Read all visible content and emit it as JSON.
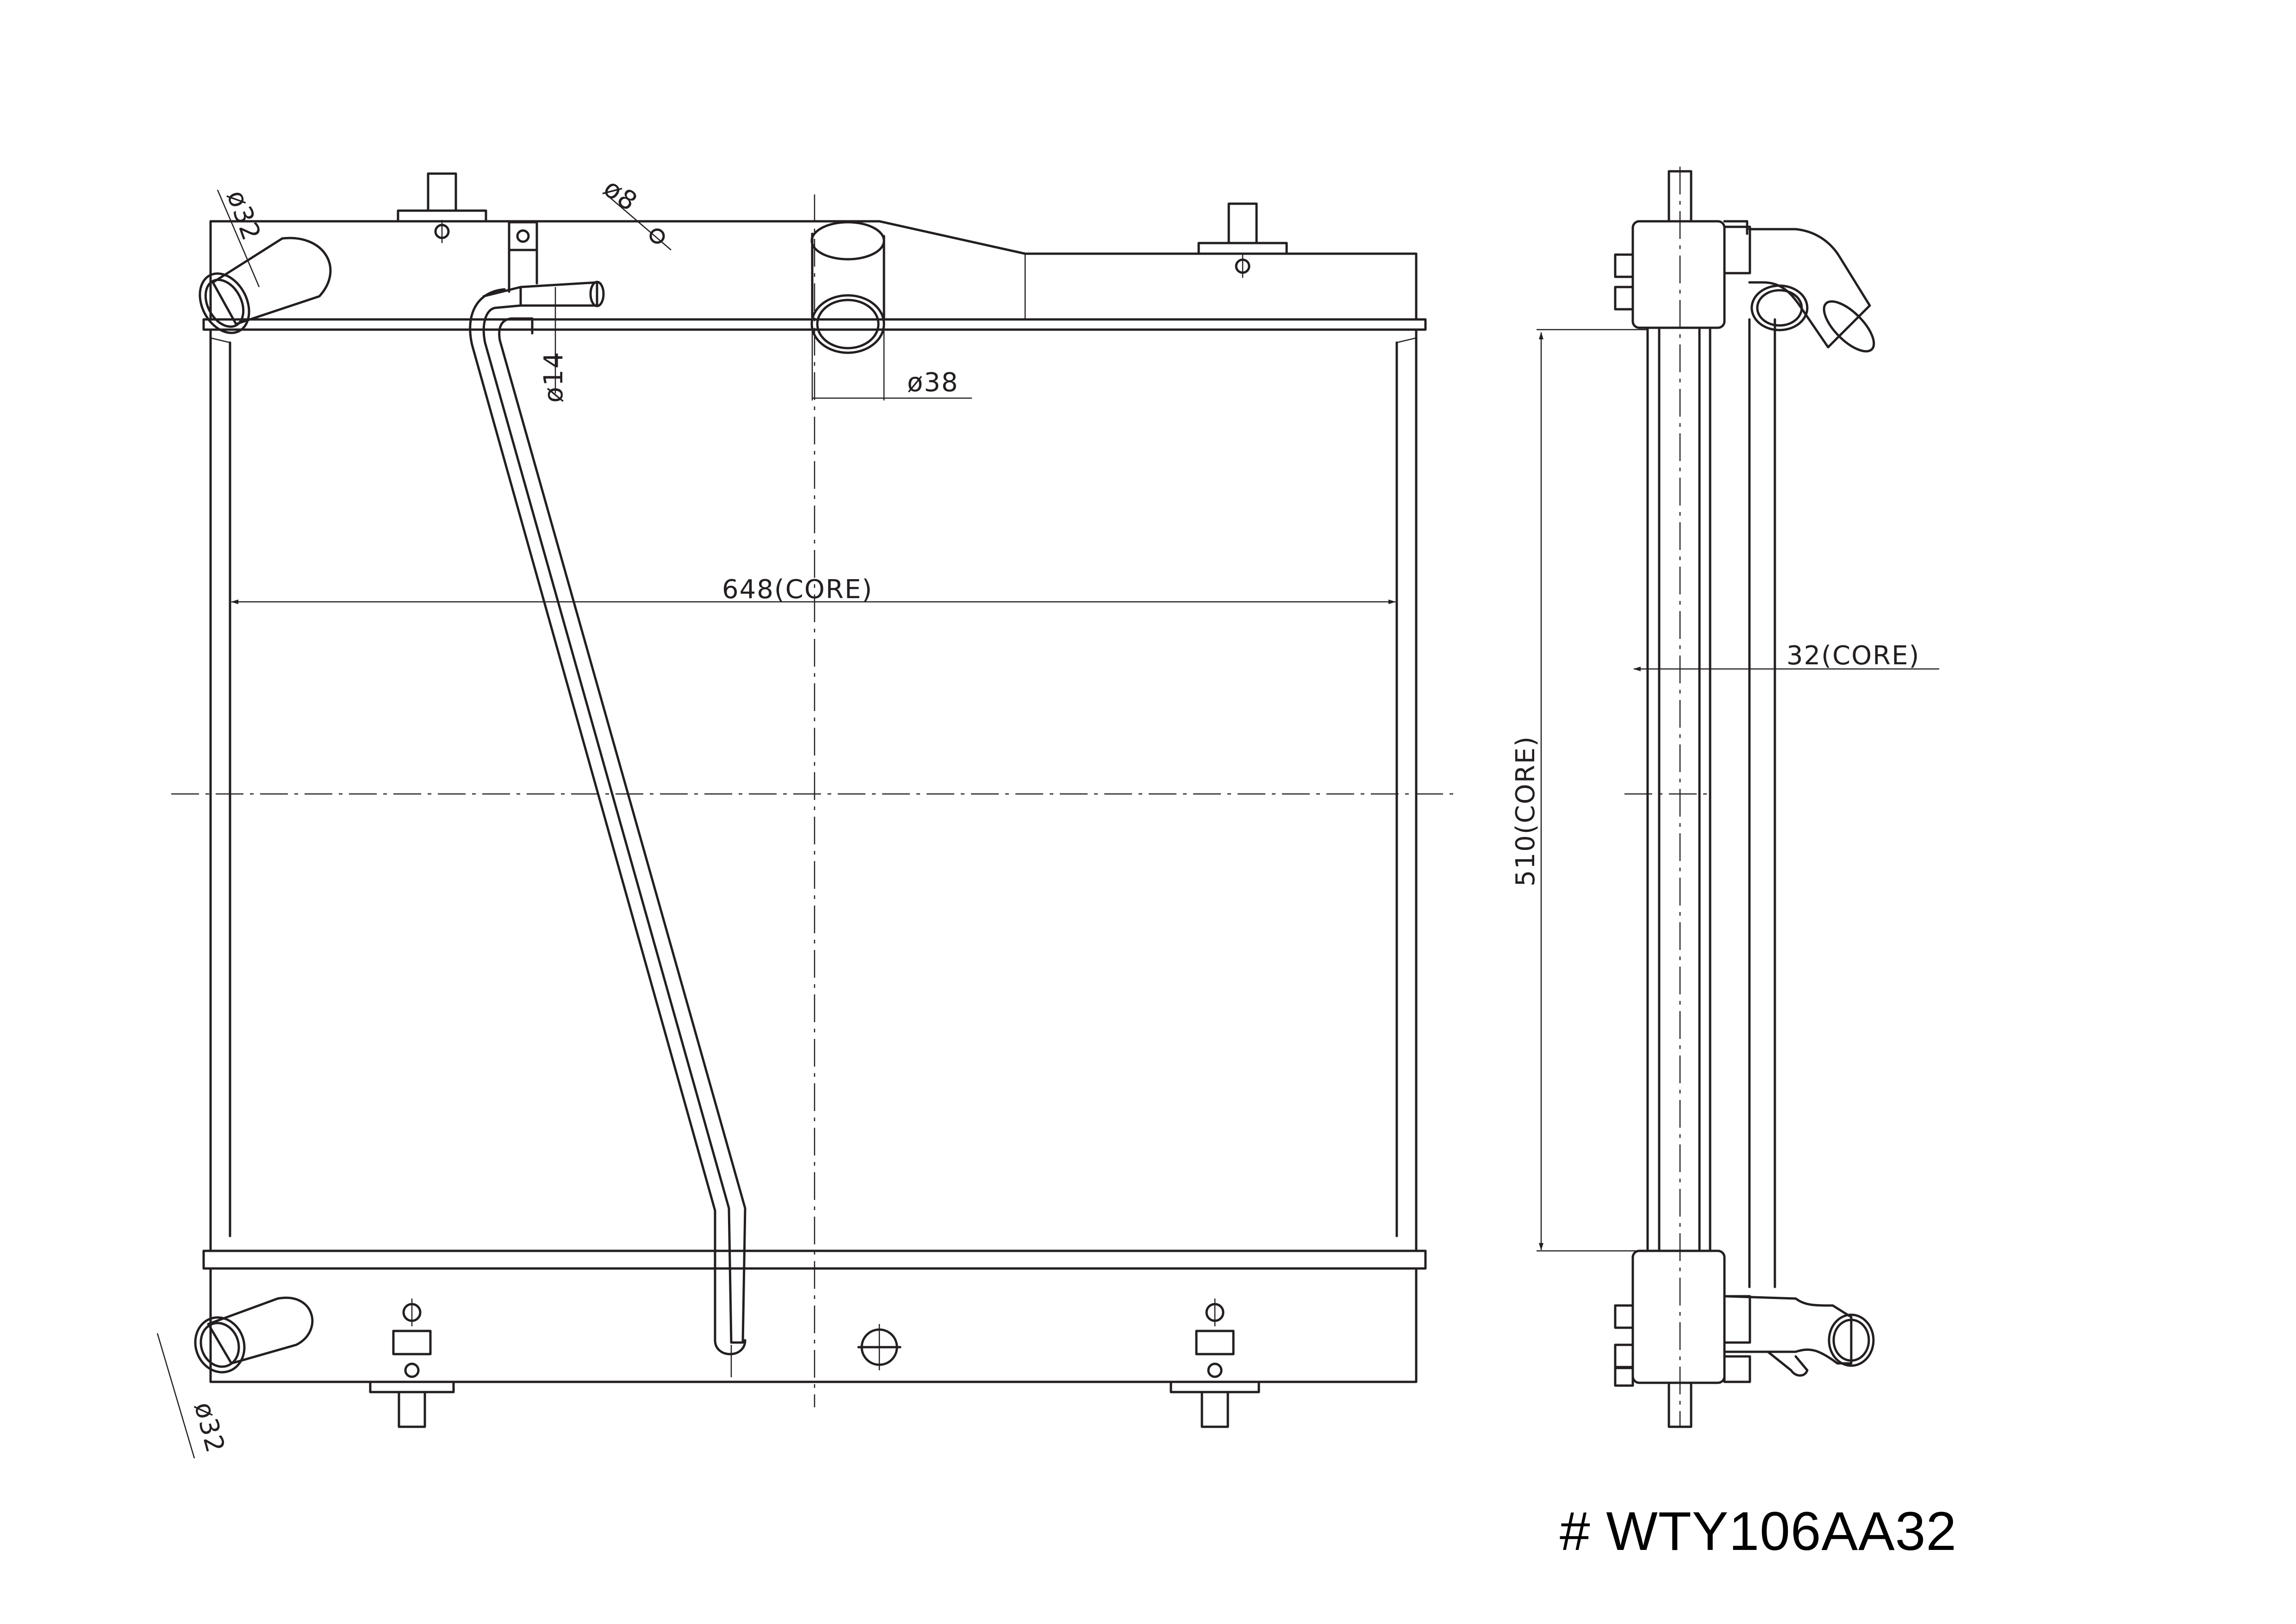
{
  "part_number": "# WTY106AA32",
  "dimensions": {
    "core_width": "648(CORE)",
    "core_height": "510(CORE)",
    "core_thickness": "32(CORE)",
    "inlet_pipe": "ø38",
    "upper_hose": "ø32",
    "lower_hose": "ø32",
    "oil_line": "ø14",
    "bleed_port": "ø8"
  }
}
